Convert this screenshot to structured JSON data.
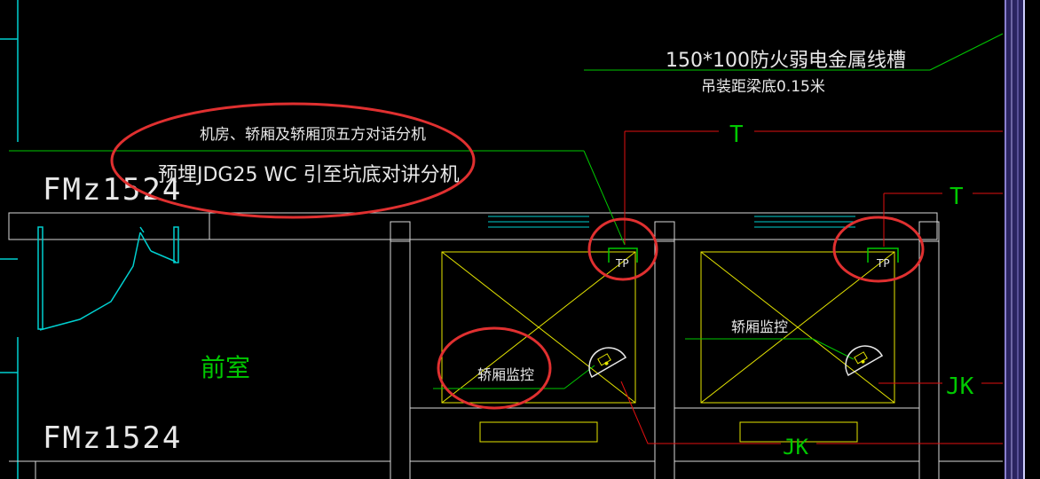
{
  "colors": {
    "background": "#000000",
    "white_line": "#d9d9d9",
    "green": "#00c800",
    "red": "#e01010",
    "yellow": "#e6e600",
    "cyan": "#00d0d0",
    "annotation_red": "#e03030",
    "purple_edge": "#8a7fd0"
  },
  "labels": {
    "tray_spec": "150*100防火弱电金属线槽",
    "tray_mount": "吊装距梁底0.15米",
    "intercom_line1": "机房、轿厢及轿厢顶五方对话分机",
    "intercom_line2": "预埋JDG25  WC 引至坑底对讲分机",
    "door_upper": "FMz1524",
    "door_lower": "FMz1524",
    "anteroom": "前室",
    "t_mark_1": "T",
    "t_mark_2": "T",
    "tp_1": "TP",
    "tp_2": "TP",
    "cctv_1": "轿厢监控",
    "cctv_2": "轿厢监控",
    "jk_right": "JK",
    "jk_bottom": "JK"
  },
  "icons": [
    "camera-icon",
    "camera-icon"
  ]
}
